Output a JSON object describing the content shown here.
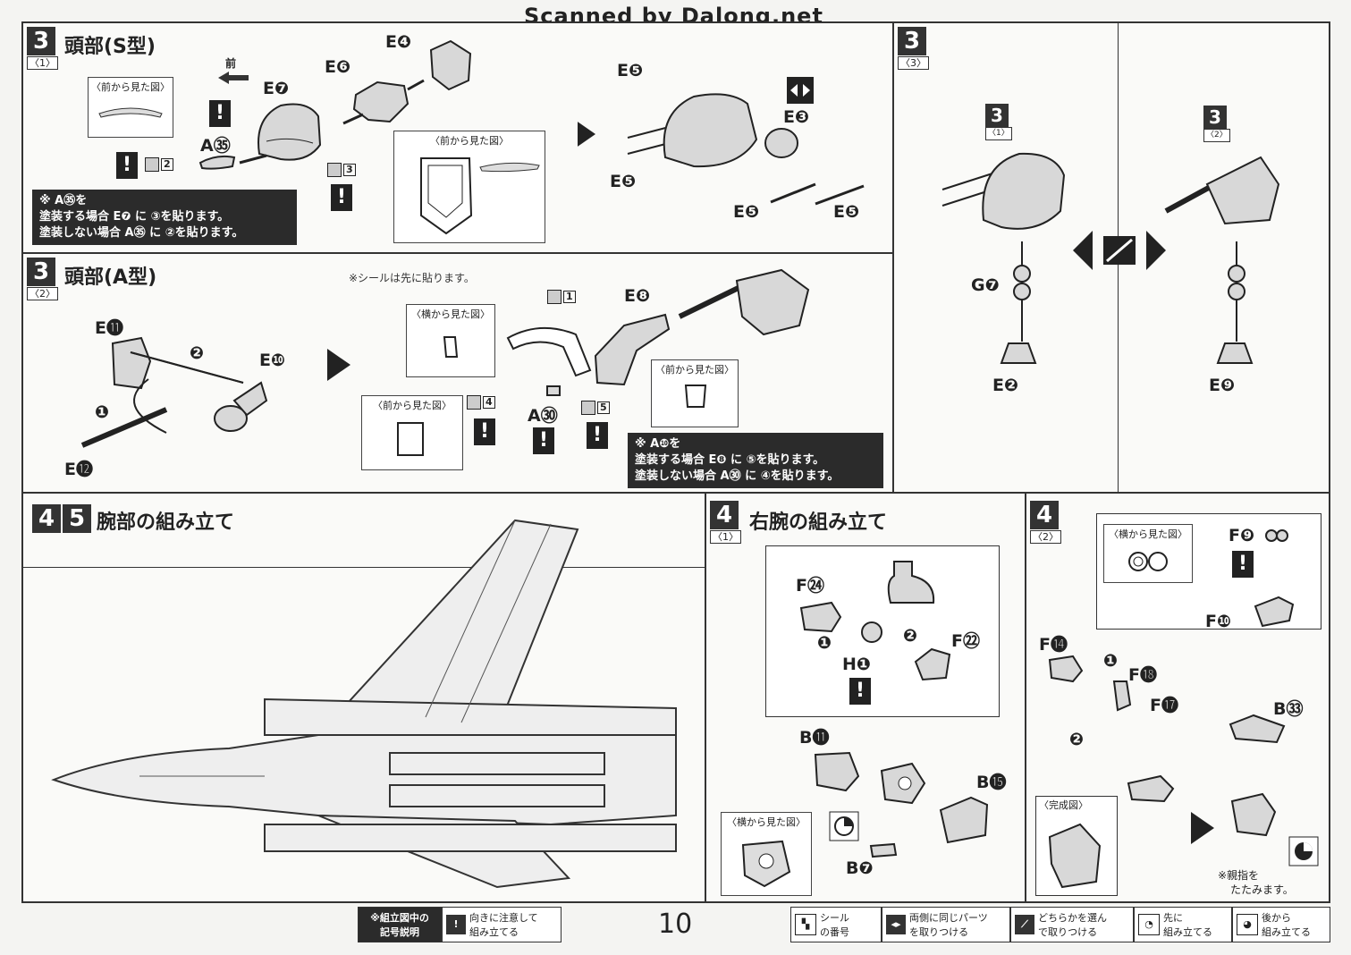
{
  "header": {
    "scan_credit": "Scanned by Dalong.net"
  },
  "page_number": "10",
  "step3_1": {
    "num": "3",
    "sub": "〈1〉",
    "title": "頭部(S型)",
    "labels": {
      "e4": "E❹",
      "e6": "E❻",
      "e7": "E❼",
      "a35": "A㉟",
      "front": "前"
    },
    "view_front": "〈前から見た図〉",
    "view_front2": "〈前から見た図〉",
    "sticker_2": "2",
    "sticker_3": "3",
    "note_line1": "※ A㉟を",
    "note_line2": "塗装する場合 E❼ に ③を貼ります。",
    "note_line3": "塗装しない場合 A㉟ に ②を貼ります。",
    "after_labels": {
      "e5a": "E❺",
      "e3": "E❸",
      "e5b": "E❺",
      "e5c": "E❺",
      "e5d": "E❺"
    }
  },
  "step3_2": {
    "num": "3",
    "sub": "〈2〉",
    "title": "頭部(A型)",
    "labels": {
      "e11": "E⓫",
      "e10": "E❿",
      "e12": "E⓬",
      "e8": "E❽",
      "a30": "A㉚",
      "step1": "❶",
      "step2": "❷"
    },
    "sticker_note": "※シールは先に貼ります。",
    "view_side": "〈横から見た図〉",
    "view_front_a": "〈前から見た図〉",
    "view_front_b": "〈前から見た図〉",
    "sticker_1": "1",
    "sticker_4": "4",
    "sticker_5": "5",
    "note_line1": "※ A❿を",
    "note_line2": "塗装する場合 E❽ に ⑤を貼ります。",
    "note_line3": "塗装しない場合 A㉚ に ④を貼ります。"
  },
  "step3_3": {
    "num": "3",
    "sub": "〈3〉",
    "mini1_num": "3",
    "mini1_sub": "〈1〉",
    "mini2_num": "3",
    "mini2_sub": "〈2〉",
    "labels": {
      "g7": "G❼",
      "e2": "E❷",
      "e9": "E❾"
    }
  },
  "step45": {
    "num1": "4",
    "num2": "5",
    "title": "腕部の組み立て"
  },
  "step4_1": {
    "num": "4",
    "sub": "〈1〉",
    "title": "右腕の組み立て",
    "labels": {
      "f24": "F㉔",
      "f22": "F㉒",
      "h1": "H❶",
      "b11": "B⓫",
      "b15": "B⓯",
      "b7": "B❼",
      "step1": "❶",
      "step2": "❷"
    },
    "view_side": "〈横から見た図〉"
  },
  "step4_2": {
    "num": "4",
    "sub": "〈2〉",
    "labels": {
      "f9": "F❾",
      "f10": "F❿",
      "f14": "F⓮",
      "f18": "F⓲",
      "f17": "F⓱",
      "b33": "B㉝",
      "step1": "❶",
      "step2": "❷"
    },
    "view_side": "〈横から見た図〉",
    "complete": "〈完成図〉",
    "thumb_note_1": "※親指を",
    "thumb_note_2": "たたみます。"
  },
  "legend": {
    "title_1": "※組立図中の",
    "title_2": "記号説明",
    "warn_1": "向きに注意して",
    "warn_2": "組み立てる",
    "seal_1": "シール",
    "seal_2": "の番号",
    "both_1": "両側に同じパーツ",
    "both_2": "を取りつける",
    "choose_1": "どちらかを選ん",
    "choose_2": "で取りつける",
    "first_1": "先に",
    "first_2": "組み立てる",
    "after_1": "後から",
    "after_2": "組み立てる"
  },
  "colors": {
    "ink": "#222222",
    "panel_bg": "#fafaf8",
    "note_bg": "#2b2b2b"
  }
}
